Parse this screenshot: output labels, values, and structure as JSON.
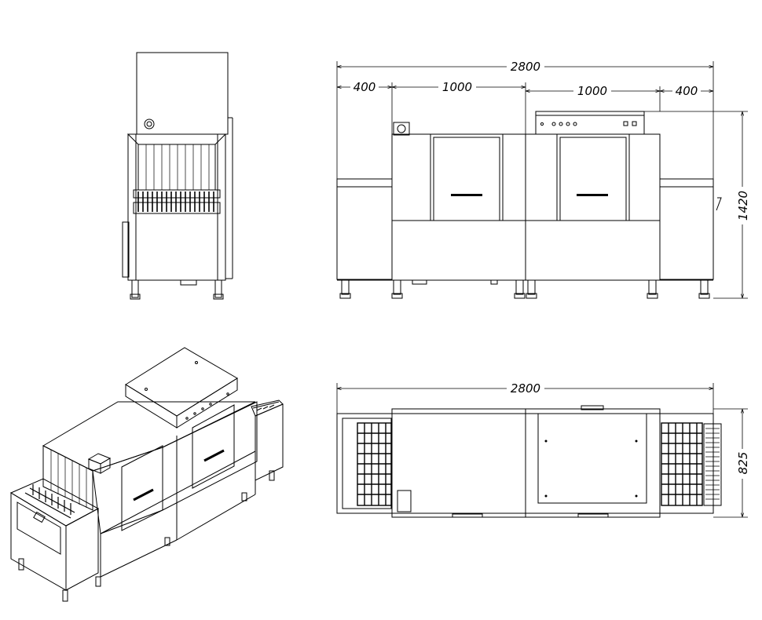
{
  "front_view": {
    "overall_length": "2800",
    "section_1": "400",
    "section_2": "1000",
    "section_3": "1000",
    "section_4": "400",
    "height": "1420"
  },
  "top_view": {
    "overall_length": "2800",
    "depth": "825"
  }
}
